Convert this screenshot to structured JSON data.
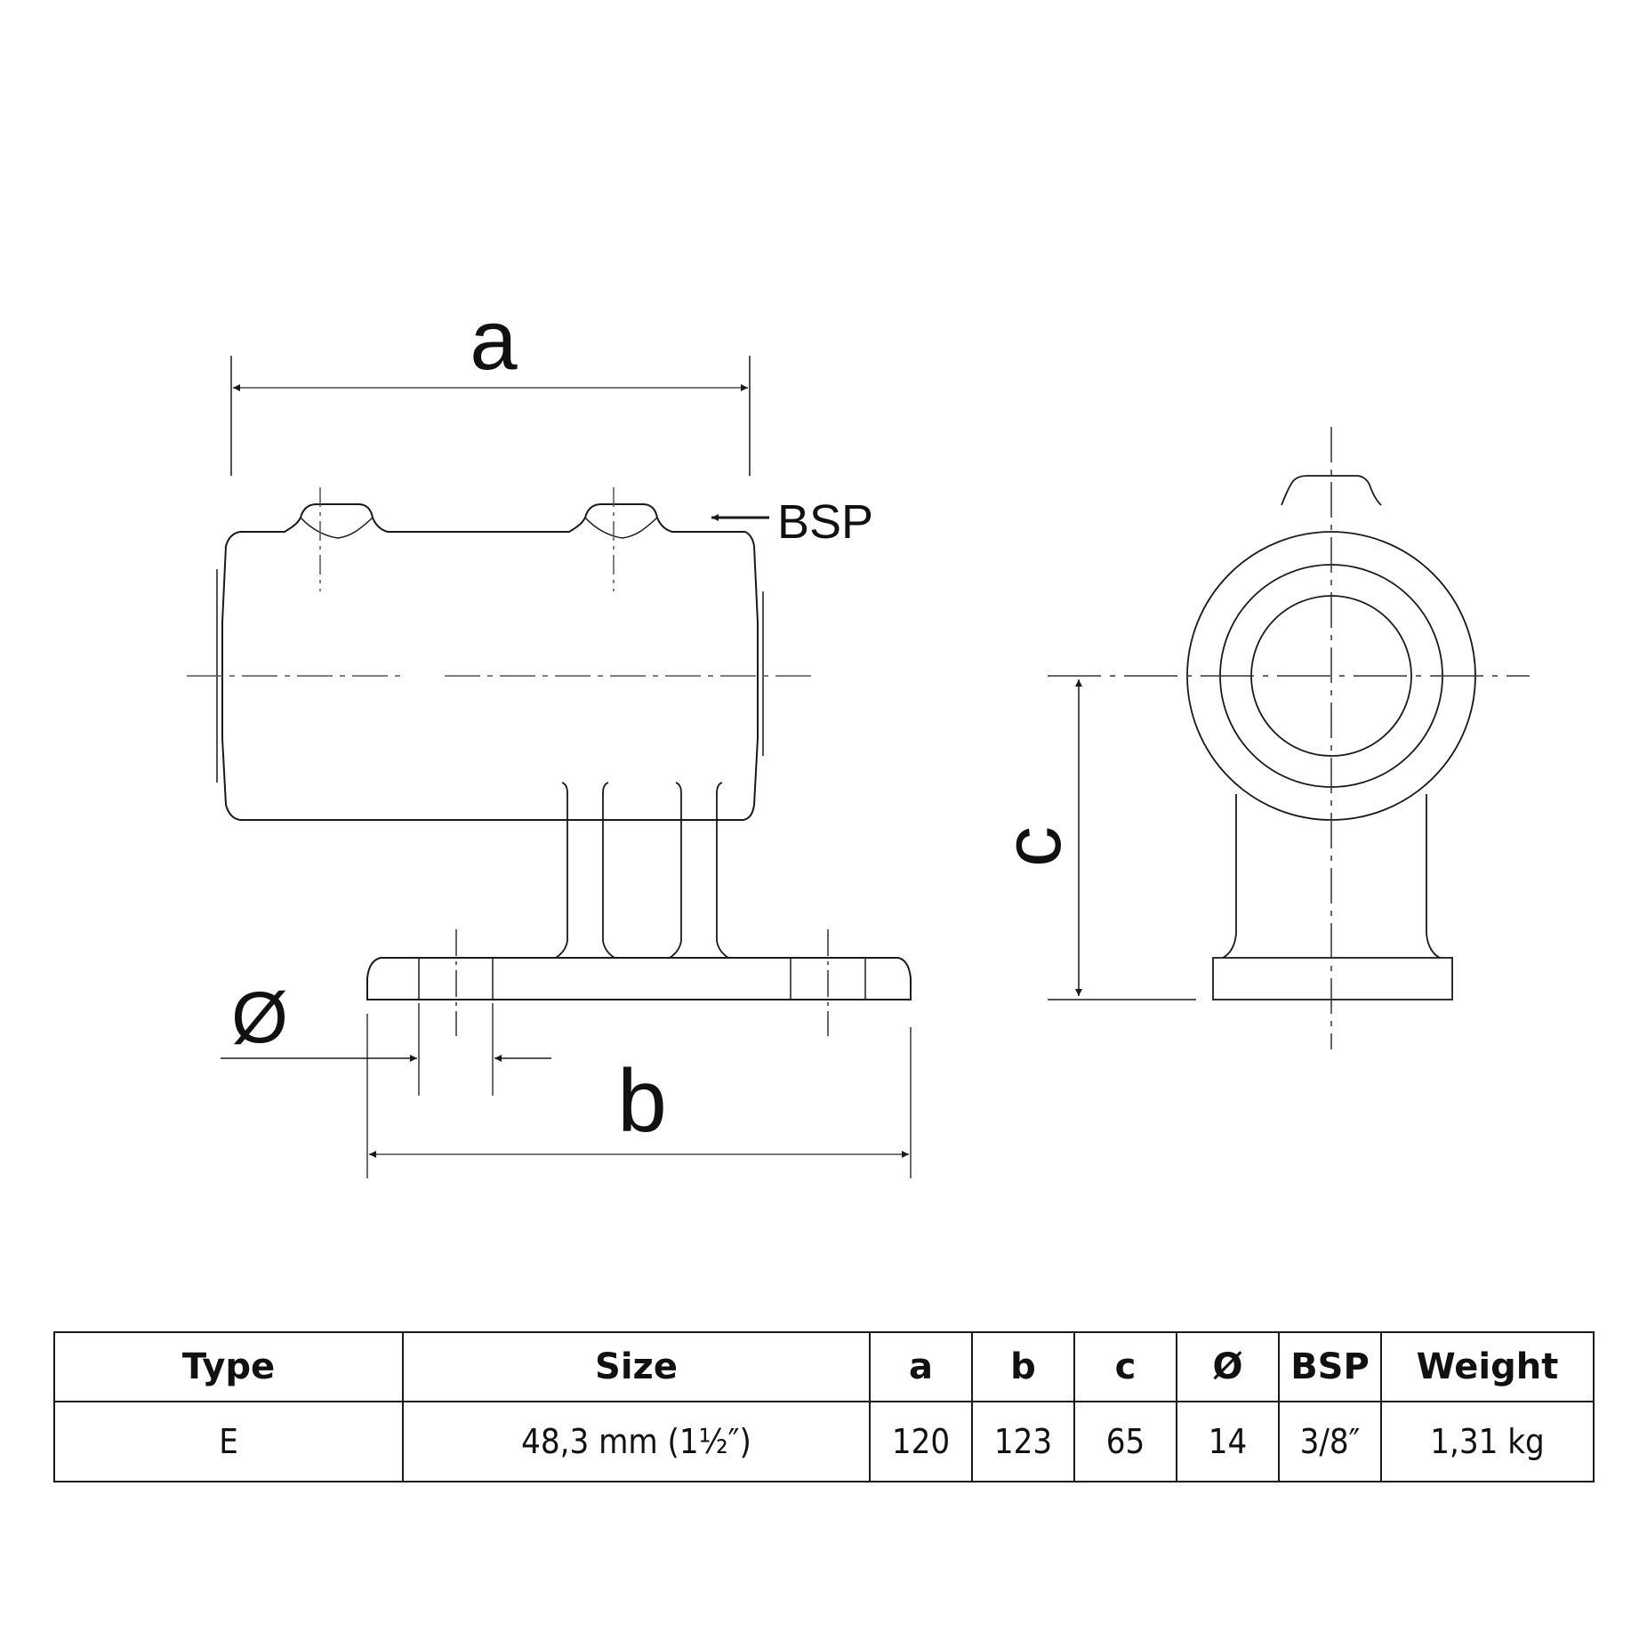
{
  "drawing": {
    "labels": {
      "dim_a": "a",
      "dim_b": "b",
      "dim_c": "c",
      "dim_diameter": "Ø",
      "callout_bsp": "BSP"
    },
    "views": [
      "side-view",
      "end-view"
    ],
    "line_color": "#1a1a1a",
    "centerline_color": "#555555"
  },
  "table": {
    "headers": [
      "Type",
      "Size",
      "a",
      "b",
      "c",
      "Ø",
      "BSP",
      "Weight"
    ],
    "rows": [
      [
        "E",
        "48,3 mm (1½″)",
        "120",
        "123",
        "65",
        "14",
        "3/8″",
        "1,31 kg"
      ]
    ]
  }
}
